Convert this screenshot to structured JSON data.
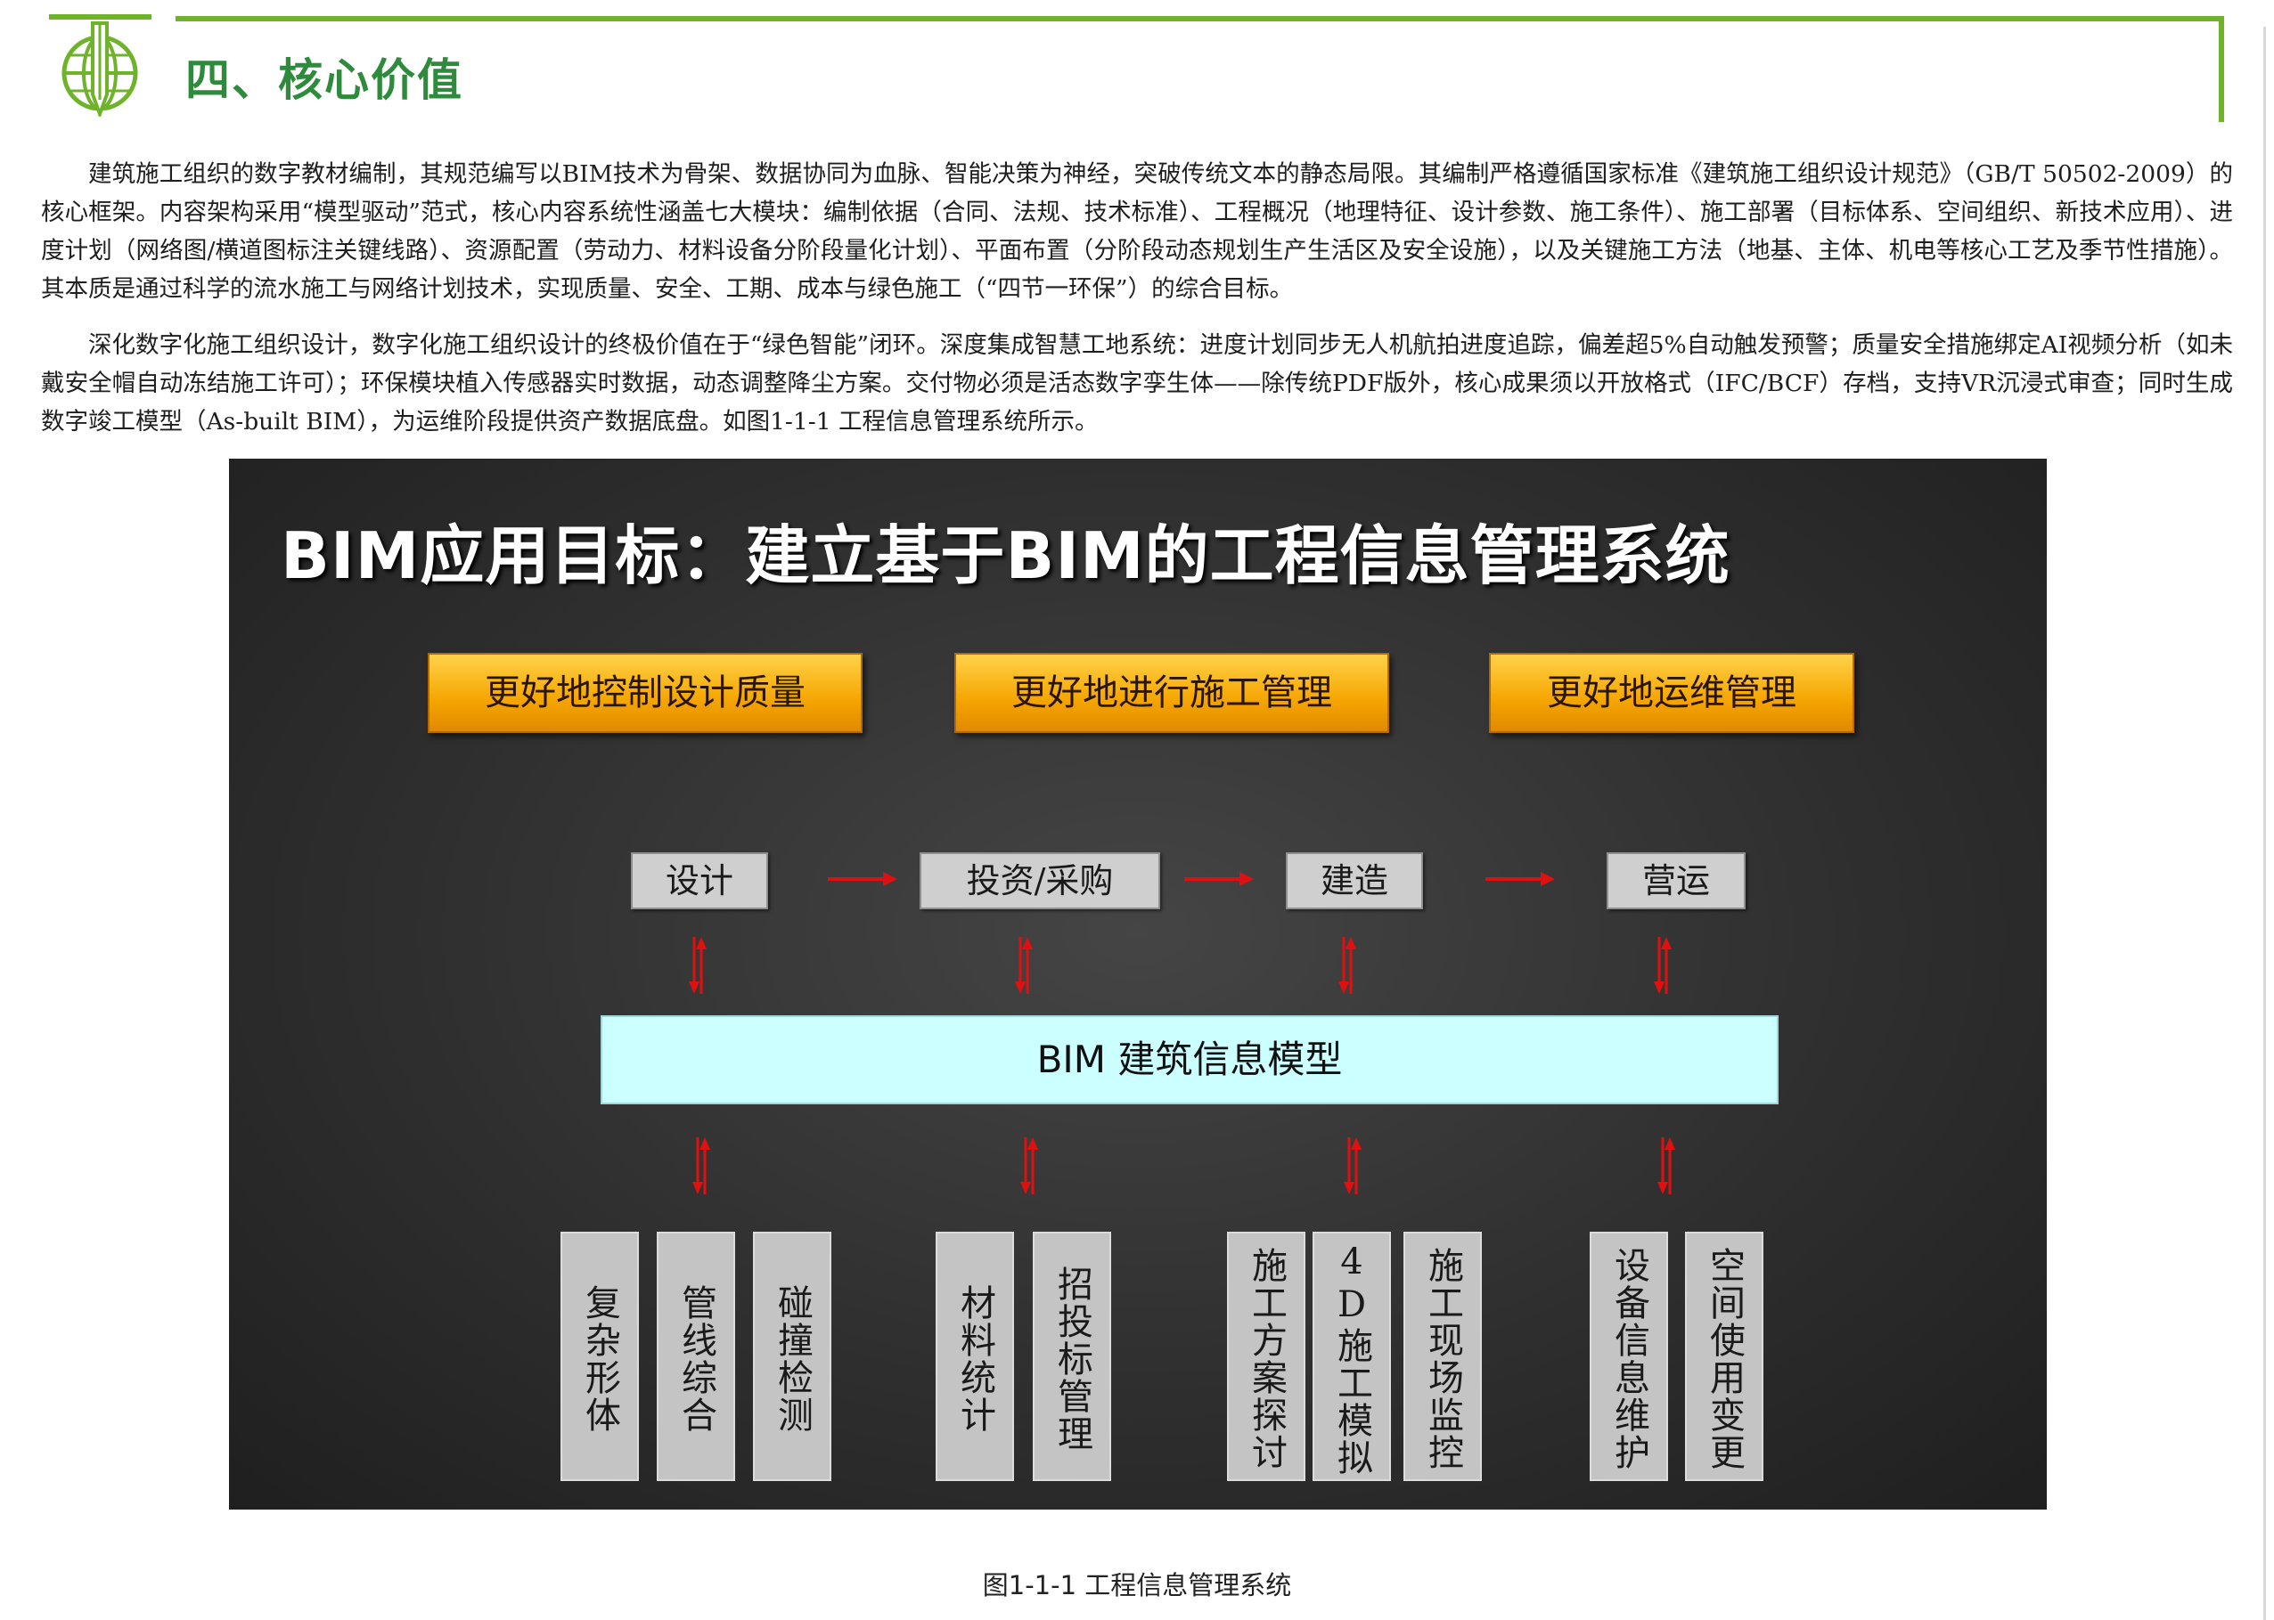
{
  "section": {
    "title": "四、核心价值"
  },
  "paragraphs": [
    "建筑施工组织的数字教材编制，其规范编写以BIM技术为骨架、数据协同为血脉、智能决策为神经，突破传统文本的静态局限。其编制严格遵循国家标准《建筑施工组织设计规范》（GB/T 50502-2009）的核心框架。内容架构采用“模型驱动”范式，核心内容系统性涵盖七大模块：编制依据（合同、法规、技术标准）、工程概况（地理特征、设计参数、施工条件）、施工部署（目标体系、空间组织、新技术应用）、进度计划（网络图/横道图标注关键线路）、资源配置（劳动力、材料设备分阶段量化计划）、平面布置（分阶段动态规划生产生活区及安全设施），以及关键施工方法（地基、主体、机电等核心工艺及季节性措施）。其本质是通过科学的流水施工与网络计划技术，实现质量、安全、工期、成本与绿色施工（“四节一环保”）的综合目标。",
    "深化数字化施工组织设计，数字化施工组织设计的终极价值在于“绿色智能”闭环。深度集成智慧工地系统：进度计划同步无人机航拍进度追踪，偏差超5%自动触发预警；质量安全措施绑定AI视频分析（如未戴安全帽自动冻结施工许可）；环保模块植入传感器实时数据，动态调整降尘方案。交付物必须是活态数字孪生体——除传统PDF版外，核心成果须以开放格式（IFC/BCF）存档，支持VR沉浸式审查；同时生成数字竣工模型（As-built BIM），为运维阶段提供资产数据底盘。如图1-1-1 工程信息管理系统所示。"
  ],
  "figure": {
    "title": "BIM应用目标：建立基于BIM的工程信息管理系统",
    "goals": [
      "更好地控制设计质量",
      "更好地进行施工管理",
      "更好地运维管理"
    ],
    "stages": [
      "设计",
      "投资/采购",
      "建造",
      "营运"
    ],
    "bim_model": "BIM 建筑信息模型",
    "applications": [
      "复杂形体",
      "管线综合",
      "碰撞检测",
      "材料统计",
      "招投标管理",
      "施工方案探讨",
      "4D施工模拟",
      "施工现场监控",
      "设备信息维护",
      "空间使用变更"
    ],
    "colors": {
      "goal": "#f5a500",
      "bim_bar": "#ccffff",
      "arrow": "#e01010",
      "background": "#333333"
    }
  },
  "caption": "图1-1-1 工程信息管理系统"
}
